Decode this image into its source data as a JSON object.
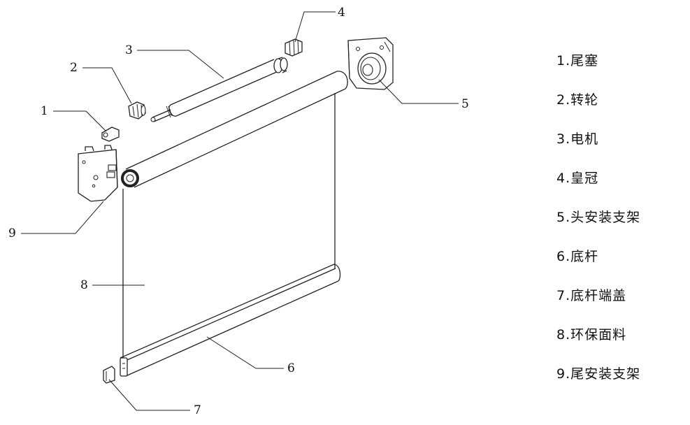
{
  "callouts": [
    "1",
    "2",
    "3",
    "4",
    "5",
    "6",
    "7",
    "8",
    "9"
  ],
  "legend": [
    "1.尾塞",
    "2.转轮",
    "3.电机",
    "4.皇冠",
    "5.头安装支架",
    "6.底杆",
    "7.底杆端盖",
    "8.环保面料",
    "9.尾安装支架"
  ]
}
